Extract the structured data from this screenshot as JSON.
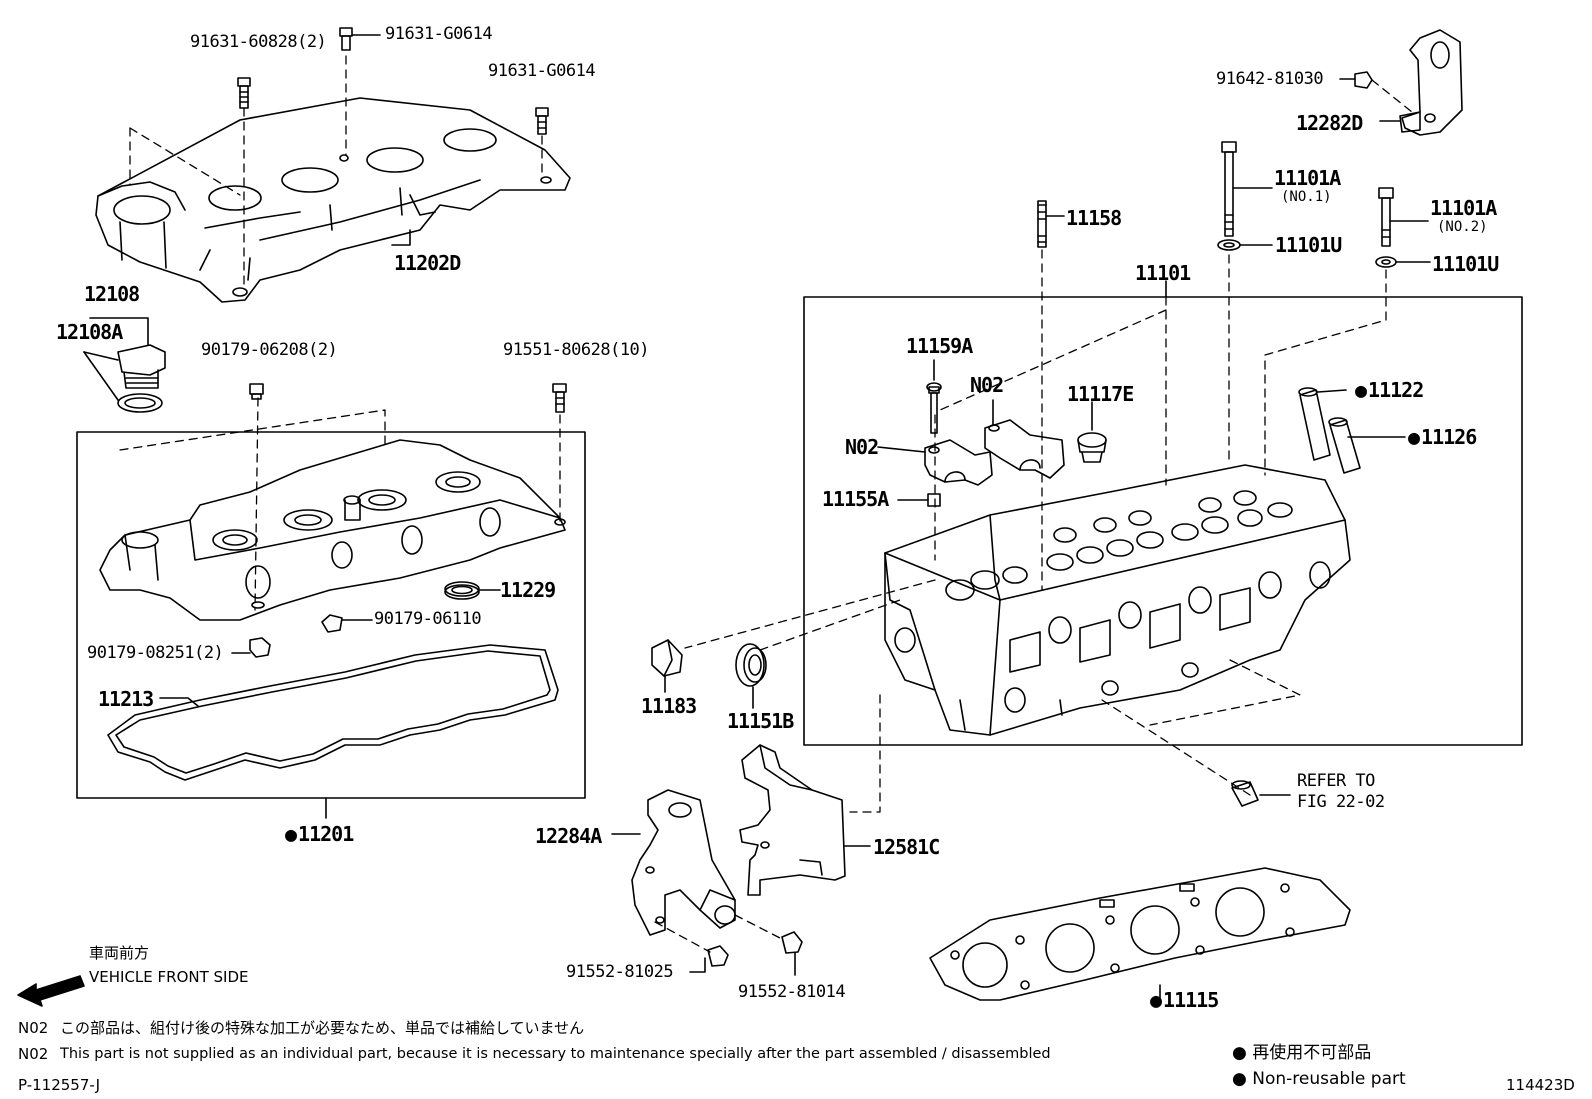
{
  "parts": {
    "p91631_60828": "91631-60828(2)",
    "p91631_g0614_a": "91631-G0614",
    "p91631_g0614_b": "91631-G0614",
    "p11202d": "11202D",
    "p12108": "12108",
    "p12108a": "12108A",
    "p90179_06208": "90179-06208(2)",
    "p91551_80628": "91551-80628(10)",
    "p11229": "11229",
    "p90179_06110": "90179-06110",
    "p90179_08251": "90179-08251(2)",
    "p11213": "11213",
    "p11201": "11201",
    "p91642_81030": "91642-81030",
    "p12282d": "12282D",
    "p11101a_1": "11101A",
    "p11101a_1_sub": "(NO.1)",
    "p11101a_2": "11101A",
    "p11101a_2_sub": "(NO.2)",
    "p11101u_1": "11101U",
    "p11101u_2": "11101U",
    "p11158": "11158",
    "p11101": "11101",
    "p11159a": "11159A",
    "p n02_a": "N02",
    "p_n02_a": "N02",
    "p_n02_b": "N02",
    "p11117e": "11117E",
    "p11122": "11122",
    "p11126": "11126",
    "p11155a": "11155A",
    "p11183": "11183",
    "p11151b": "11151B",
    "p12284a": "12284A",
    "p12581c": "12581C",
    "p91552_81025": "91552-81025",
    "p91552_81014": "91552-81014",
    "p11115": "11115",
    "refer_line1": "REFER TO",
    "refer_line2": "FIG 22-02"
  },
  "direction": {
    "jp": "車両前方",
    "en": "VEHICLE FRONT SIDE"
  },
  "notes": {
    "jp_prefix": "N02",
    "jp_text": "この部品は、組付け後の特殊な加工が必要なため、単品では補給していません",
    "en_prefix": "N02",
    "en_text": "This part is not supplied as an individual part, because it is necessary to maintenance specially after the part assembled / disassembled"
  },
  "legend": {
    "jp": "再使用不可部品",
    "en": "Non-reusable part"
  },
  "footer": {
    "left_code": "P-112557-J",
    "right_code": "114423D"
  }
}
